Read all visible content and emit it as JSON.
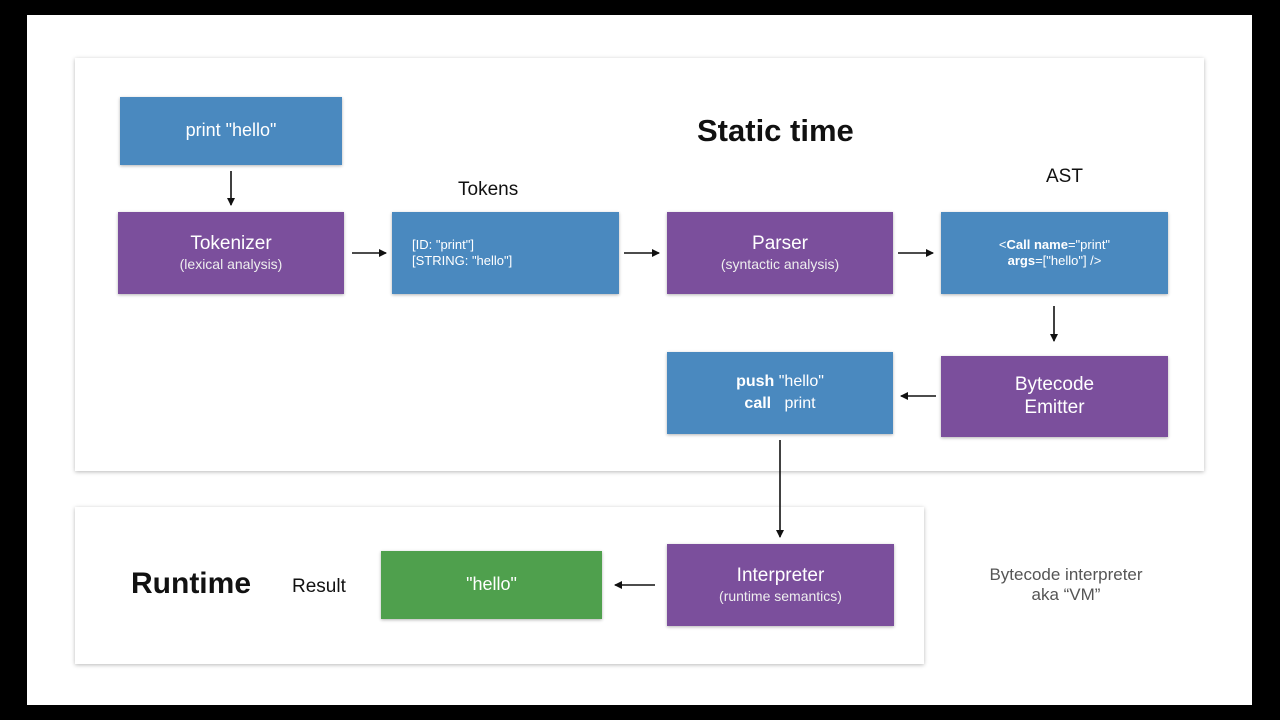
{
  "static_section": {
    "title": "Static time",
    "source_code": "print \"hello\"",
    "tokenizer": {
      "title": "Tokenizer",
      "subtitle": "(lexical analysis)"
    },
    "tokens_caption": "Tokens",
    "tokens": {
      "line1": "[ID: \"print\"]",
      "line2": "[STRING: \"hello\"]"
    },
    "parser": {
      "title": "Parser",
      "subtitle": "(syntactic analysis)"
    },
    "ast_caption": "AST",
    "ast": {
      "line1_open": "<",
      "line1_call": "Call name",
      "line1_rest": "=\"print\"",
      "line2_args": "args",
      "line2_rest": "=[\"hello\"] />"
    },
    "emitter": {
      "line1": "Bytecode",
      "line2": "Emitter"
    },
    "bytecode": {
      "op1": "push",
      "arg1": "\"hello\"",
      "op2": "call",
      "arg2": "print"
    }
  },
  "runtime_section": {
    "title": "Runtime",
    "result_label": "Result",
    "result_value": "\"hello\"",
    "interpreter": {
      "title": "Interpreter",
      "subtitle": "(runtime semantics)"
    },
    "note_line1": "Bytecode interpreter",
    "note_line2": "aka “VM”"
  },
  "colors": {
    "blue": "#4a89bf",
    "purple": "#7b4f9c",
    "green": "#4fa04d"
  }
}
